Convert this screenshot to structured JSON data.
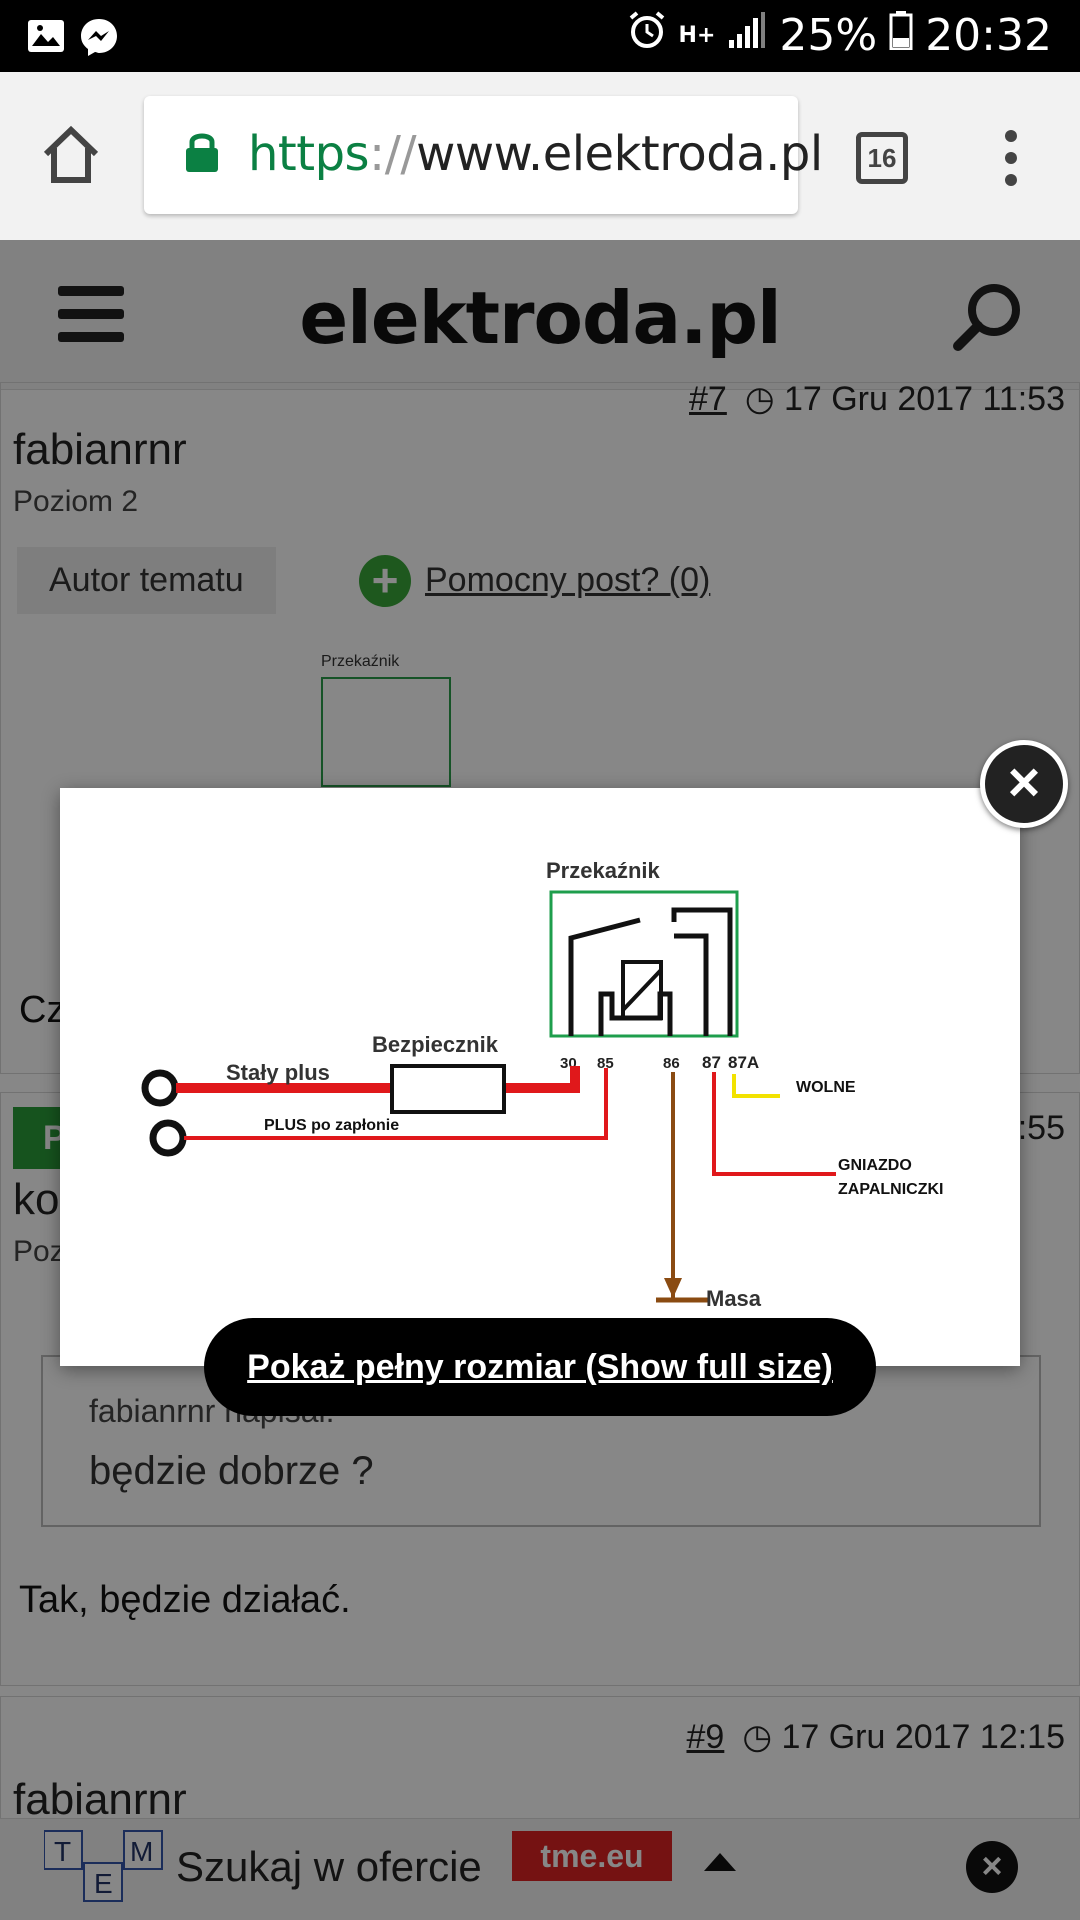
{
  "status_bar": {
    "network": "H+",
    "battery": "25%",
    "time": "20:32"
  },
  "browser": {
    "url_scheme": "https",
    "url_sep": "://",
    "url_host": "www.elektroda.pl",
    "tabs_count": "16"
  },
  "site": {
    "logo": "elektroda.pl"
  },
  "posts": [
    {
      "number": "#7",
      "date": "17 Gru 2017 11:53",
      "username": "fabianrnr",
      "level": "Poziom 2",
      "author_badge": "Autor tematu",
      "helpful": "Pomocny post? (0)",
      "thumb_label": "Przekaźnik",
      "text_fragment": "Cz"
    },
    {
      "badge": "P",
      "date_fragment": ":55",
      "username_fragment": "ko",
      "level_fragment": "Poz",
      "quote_author": "fabianrnr napisał:",
      "quote_text": "będzie dobrze ?",
      "text": "Tak, będzie działać."
    },
    {
      "number": "#9",
      "date": "17 Gru 2017 12:15",
      "username": "fabianrnr"
    }
  ],
  "modal": {
    "diagram": {
      "relay_label": "Przekaźnik",
      "fuse_label": "Bezpiecznik",
      "constant_plus": "Stały plus",
      "ignition_plus": "PLUS po zapłonie",
      "pins": [
        "30",
        "85",
        "86",
        "87",
        "87A"
      ],
      "free": "WOLNE",
      "socket_line1": "GNIAZDO",
      "socket_line2": "ZAPALNICZKI",
      "ground": "Masa"
    },
    "full_size_button": "Pokaż pełny rozmiar (Show full size)",
    "close": "×"
  },
  "ad": {
    "text": "Szukaj w ofercie",
    "brand": "tme.eu",
    "logo_letters": [
      "T",
      "M",
      "E"
    ],
    "close": "×"
  }
}
